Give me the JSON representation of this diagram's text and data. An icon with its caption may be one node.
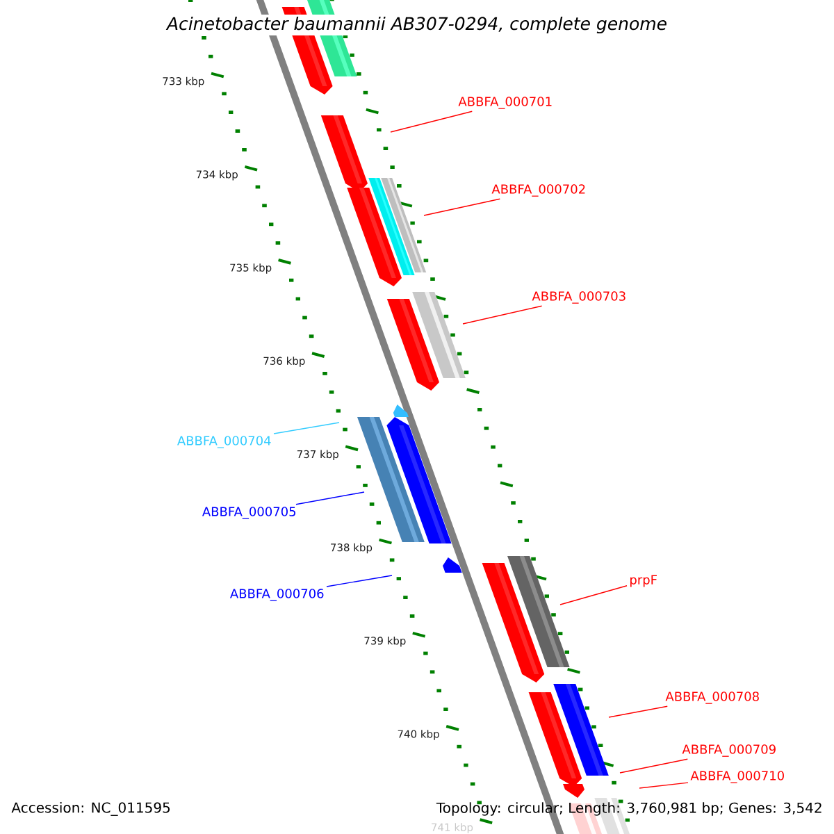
{
  "diagram": {
    "title": "Acinetobacter baumannii AB307-0294, complete genome",
    "nodes": [
      {
        "text": [
          "ABBFA_000701"
        ]
      },
      {
        "text": [
          "ABBFA_000702"
        ]
      },
      {
        "text": [
          "ABBFA_000703"
        ]
      },
      {
        "text": [
          "ABBFA_000704"
        ]
      },
      {
        "text": [
          "ABBFA_000705"
        ]
      },
      {
        "text": [
          "prpF"
        ]
      },
      {
        "text": [
          "ABBFA_000706"
        ]
      },
      {
        "text": [
          "ABBFA_000708"
        ]
      },
      {
        "text": [
          "ABBFA_000709"
        ]
      },
      {
        "text": [
          "ABBFA_000710"
        ]
      }
    ],
    "edges": [
      {
        "from": 0,
        "to": null,
        "arrow": "none"
      },
      {
        "from": 1,
        "to": null,
        "arrow": "none"
      },
      {
        "from": 2,
        "to": null,
        "arrow": "none"
      },
      {
        "from": 3,
        "to": null,
        "arrow": "none",
        "color": "#33ccff"
      },
      {
        "from": 4,
        "to": null,
        "arrow": "none",
        "color": "#0000ff"
      },
      {
        "from": 5,
        "to": null,
        "arrow": "none"
      },
      {
        "from": 6,
        "to": null,
        "arrow": "none",
        "color": "#0000ff"
      },
      {
        "from": 7,
        "to": null,
        "arrow": "none"
      },
      {
        "from": 8,
        "to": null,
        "arrow": "none"
      },
      {
        "from": 9,
        "to": null,
        "arrow": "none"
      }
    ],
    "labels": [
      "733 kbp",
      "734 kbp",
      "735 kbp",
      "736 kbp",
      "737 kbp",
      "738 kbp",
      "739 kbp",
      "740 kbp",
      "741 kbp",
      "Accession: NC_011595",
      "Topology: circular; Length: 3,760,981 bp; Genes: 3,542"
    ]
  }
}
